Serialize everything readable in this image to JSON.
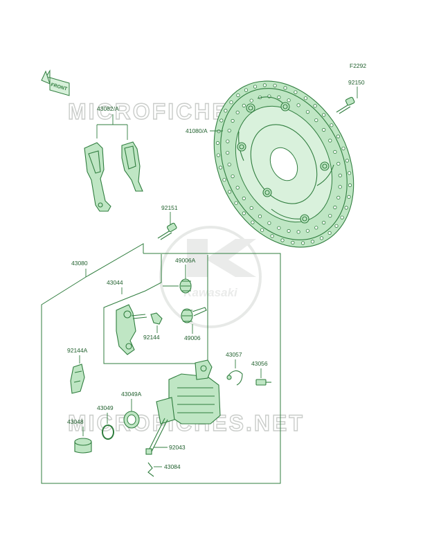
{
  "figure_code": "F2292",
  "front_arrow_label": "FRONT",
  "watermark": {
    "text": "MICROFICHES.NET",
    "logo_text": "Kawasaki"
  },
  "colors": {
    "line": "#2f7d3e",
    "fill": "#bfe6c4",
    "text": "#1f5f2c",
    "watermark": "#c9ccc9"
  },
  "labels": {
    "p92150": "92150",
    "p41080": "41080/A",
    "p43082": "43082/A",
    "p92151": "92151",
    "p43080": "43080",
    "p49006a": "49006A",
    "p43044": "43044",
    "p92144": "92144",
    "p49006": "49006",
    "p92144a": "92144A",
    "p43057": "43057",
    "p43056": "43056",
    "p43049a": "43049A",
    "p43049": "43049",
    "p43048": "43048",
    "p92043": "92043",
    "p43084": "43084"
  }
}
